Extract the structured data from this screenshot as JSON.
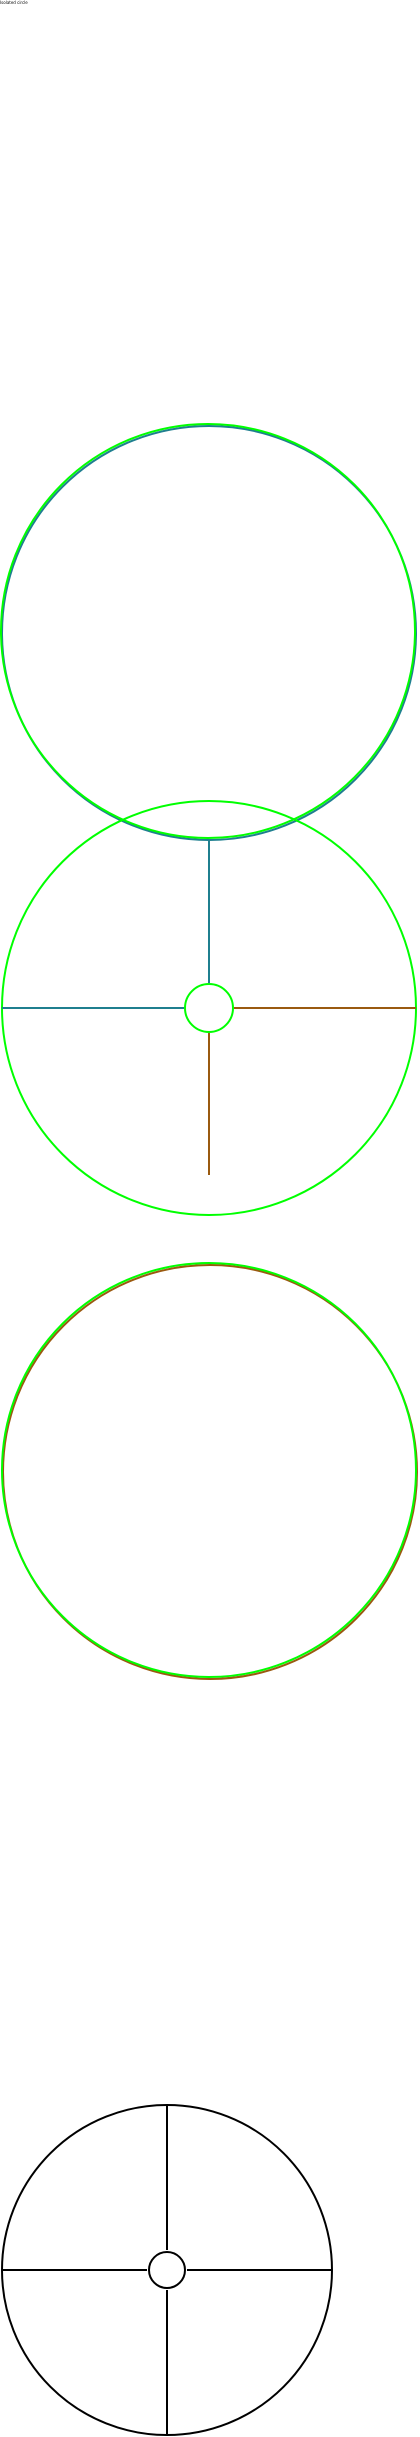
{
  "caption": "Isolated circle",
  "colors": {
    "outline_primary": "#00ff00",
    "outline_secondary": "#1f7f8f",
    "outline_tertiary": "#9a5a10",
    "outline_reference": "#000000",
    "background": "#ffffff"
  },
  "shapes": [
    {
      "name": "circle-top",
      "kind": "circle"
    },
    {
      "name": "circle-crosshair-green",
      "kind": "circle-with-crosshair-and-hub"
    },
    {
      "name": "circle-bottom",
      "kind": "circle"
    },
    {
      "name": "circle-crosshair-black",
      "kind": "circle-with-crosshair-and-hub"
    }
  ]
}
